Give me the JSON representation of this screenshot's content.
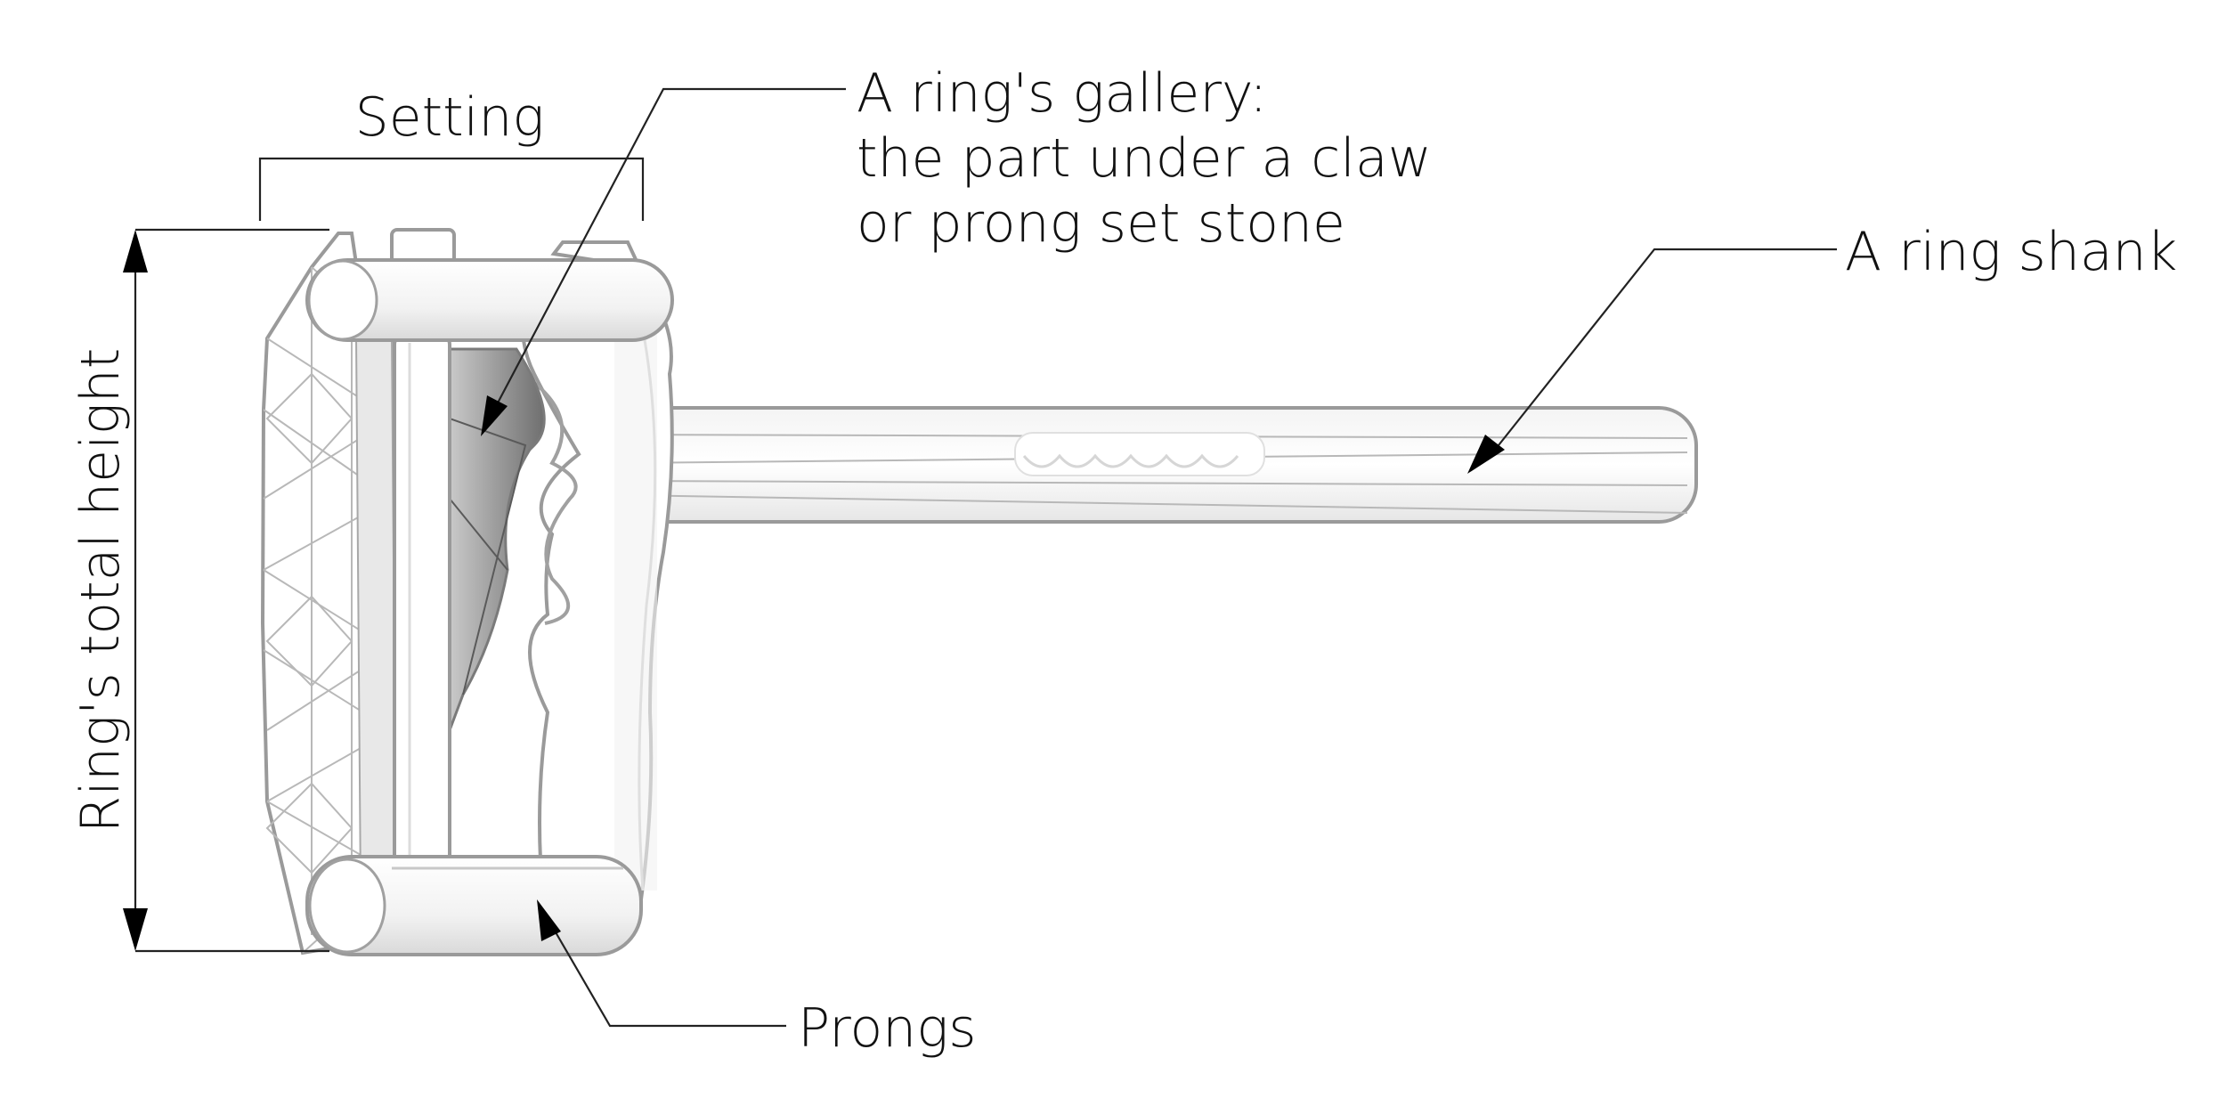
{
  "labels": {
    "setting": "Setting",
    "gallery_line1": "A ring's gallery:",
    "gallery_line2": "the part under a claw",
    "gallery_line3": "or prong set stone",
    "shank": "A ring shank",
    "prongs": "Prongs",
    "total_height": "Ring's total height"
  },
  "colors": {
    "outline": "#9a9a9a",
    "text": "#111111",
    "leader": "#222222",
    "background": "#ffffff"
  }
}
